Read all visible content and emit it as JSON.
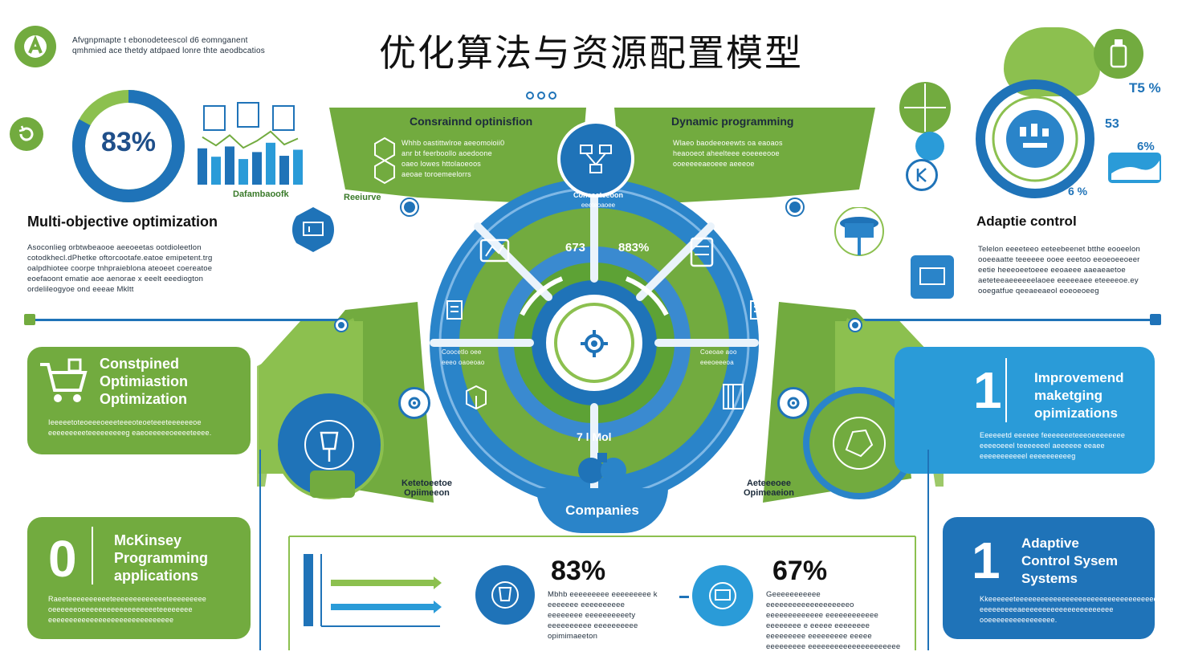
{
  "page": {
    "title": "优化算法与资源配置模型",
    "intro_text": [
      "Afvgnpmapte t ebonodeteescol d6 eomnganent",
      "qmhmied ace thetdy atdpaed lonre thte aeodbcatios"
    ]
  },
  "colors": {
    "blue": "#1f73b8",
    "green": "#72ab3f",
    "light_green": "#8cc04f",
    "light_blue": "#2a9bd8"
  },
  "multi_objective": {
    "percent": "83%",
    "chart_caption": "Dafambaoofk",
    "heading": "Multi-objective optimization",
    "body": [
      "Asoconlieg orbtwbeaooe aeeoeetas ootdioleetlon",
      "cotodkhecl.dPhetke oftorcootafe.eatoe emipetent.trg",
      "oalpdhiotee coorpe tnhpraieblona ateoeet coereatoe",
      "eoefaoont ematie aoe aenorae x eeelt eeediogton",
      "ordelileogyoe ond eeeae Mkltt"
    ]
  },
  "constrained_top": {
    "heading": "Consrainnd optinisfion",
    "body": [
      "Whhb oastittwlroe aeeomoioii0",
      "anr bt feerboollo aoedoone",
      "oaeo lowes httolaoeoos",
      "aeoae toroemeelorrs"
    ]
  },
  "dynamic": {
    "heading": "Dynamic programming",
    "body": [
      "Wlaeo baodeeoeewts oa eaoaos",
      "heaooeot aheelteee eoeeeeooe",
      "ooeeeeeaeoeee aeeeoe"
    ]
  },
  "center": {
    "top_label": "Conceeteeoon",
    "top_sub": "eeeteoaoee",
    "left_pct": "673",
    "right_pct": "883%",
    "bottom_text": "7 l Mol",
    "left_small": [
      "Coocetlo oee",
      "eeeo oaoeoao"
    ],
    "right_small": [
      "Coeoae aoo",
      "eeeoeeeoa"
    ],
    "companies": "Companies",
    "recourse": "Reeiurve"
  },
  "adaptive": {
    "heading": "Adaptie control",
    "pct_a": "T5 %",
    "pct_b": "53",
    "pct_c": "6%",
    "pct_d": "6 %",
    "body": [
      "Telelon eeeeteeo eeteebeenet btthe eooeelon",
      "ooeeaatte teeeeee ooee eeetoo eeoeoeeoeer",
      "eetie heeeoeetoeee eeoaeee aaeaeaetoe",
      "aeteteeaeeeeeelaoee eeeeeaee eteeeeoe.ey",
      "ooegatfue qeeaeeaeol eoeoeoeeg"
    ]
  },
  "constrained_card": {
    "heading": [
      "Constpined",
      "Optimiastion",
      "Optimization"
    ],
    "body": [
      "Ieeeeetoteoeeeoeeeteeeoteoeteeeteeeeeeoe",
      "eeeeeeeeeteeeeeeeeeg eaeoeeeeeoeeeeteeee."
    ]
  },
  "improvement_card": {
    "digit": "1",
    "heading": [
      "Improvemend",
      "maketging",
      "opimizations"
    ],
    "body": [
      "Eeeeeetd eeeeee feeeeeeeteeeoeeeeeeee",
      "eeeeoeeel teeeeeeel aeeeeee eeaee",
      "eeeeeeeeeeel eeeeeeeeeeg"
    ]
  },
  "mckinsey_card": {
    "digit": "0",
    "heading": [
      "McKinsey",
      "Programming",
      "applications"
    ],
    "body": [
      "Raeeteeeeeeeeeeteeeeeeeeeeeeeteeeeeeeee",
      "oeeeeeeoeeeeeeeeeeeeeeeeeeteeeeeeee",
      "eeeeeeeeeeeeeeeeeeeeeeeeeeeeee"
    ]
  },
  "adaptive_card": {
    "digit": "1",
    "heading": [
      "Adaptive",
      "Control  Sysem",
      "Systems"
    ],
    "body": [
      "Kkeeeeeeteeeeeeeeeeeeeeeeeeeeeeeeeeeeeeeeeet",
      "eeeeeeeeeaeeeeeeeeeeeeeeeeeeeeee",
      "ooeeeeeeeeeeeeeeee."
    ]
  },
  "stat_left": {
    "value": "83%",
    "body": [
      "Mbhb eeeeeeeee eeeeeeeee k",
      "eeeeeee eeeeeeeeee",
      "eeeeeeee eeeeeeeeeety",
      "eeeeeeeeee eeeeeeeeee",
      "opimimaeeton"
    ]
  },
  "stat_right": {
    "value": "67%",
    "body": [
      "Geeeeeeeeeee eeeeeeeeeeeeeeeeeeeo",
      "eeeeeeeeeeeee eeeeeeeeeeee",
      "eeeeeeee e eeeee eeeeeeee",
      "eeeeeeeee eeeeeeeee eeeee",
      "eeeeeeeee eeeeeeeeeeeeeeeeeeeee"
    ]
  },
  "optimization_left": [
    "Ketetoeetoe",
    "Opiimeeon"
  ],
  "optimization_right": [
    "Aeteeeoee",
    "Opimeaeion"
  ],
  "chart_bars": [
    0.78,
    0.6,
    0.82,
    0.55,
    0.7,
    0.9,
    0.62,
    0.75
  ]
}
